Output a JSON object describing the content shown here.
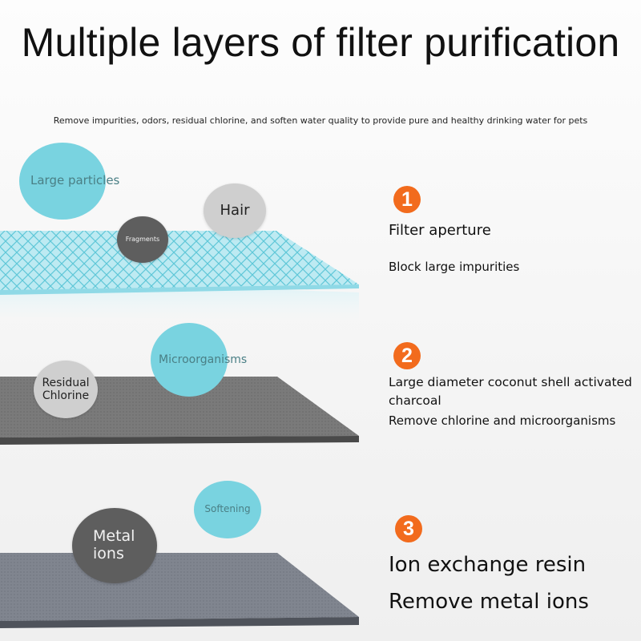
{
  "title": "Multiple layers of filter purification",
  "subtitle": "Remove impurities, odors, residual chlorine, and soften water quality to provide pure and healthy drinking water for pets",
  "layers": [
    {
      "number": "1",
      "name": "Filter aperture",
      "desc": "Block large impurities",
      "bubbles": [
        "Large particles",
        "Hair",
        "Fragments"
      ]
    },
    {
      "number": "2",
      "name_line1": "Large diameter coconut shell activated",
      "name_line2": "charcoal",
      "desc": "Remove chlorine and microorganisms",
      "bubbles": [
        "Microorganisms",
        "Residual",
        "Chlorine"
      ]
    },
    {
      "number": "3",
      "name": "Ion exchange resin",
      "desc": "Remove metal ions",
      "bubbles": [
        "Softening",
        "Metal",
        "ions"
      ]
    }
  ],
  "colors": {
    "accent": "#f26b1d",
    "bubble_blue": "#79d3e0",
    "mesh": "#7fd6e4",
    "charcoal": "#6f6f6f",
    "resin": "#7a7f8a"
  }
}
